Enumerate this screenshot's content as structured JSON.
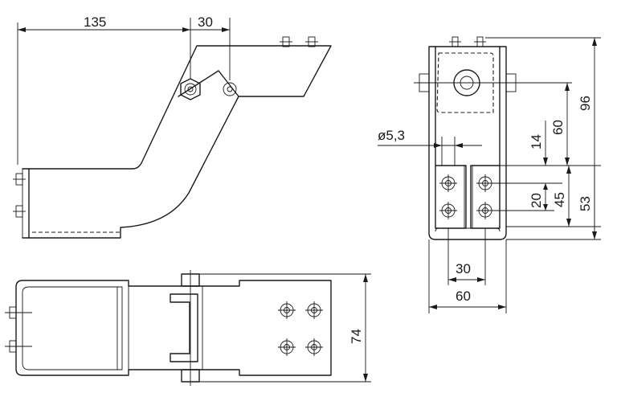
{
  "dimensions": {
    "side_width": "135",
    "side_pivot": "30",
    "front_height_total": "96",
    "front_height_60": "60",
    "front_hole_diameter": "ø5,3",
    "front_offset_14": "14",
    "front_hole_spacing_20": "20",
    "front_height_45": "45",
    "front_height_53": "53",
    "front_bottom_30": "30",
    "front_bottom_60": "60",
    "top_width": "74"
  }
}
